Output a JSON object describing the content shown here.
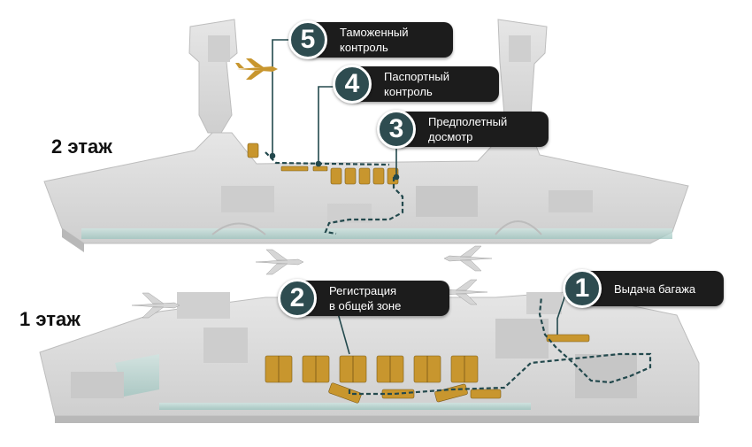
{
  "floors": {
    "upper": "2 этаж",
    "lower": "1 этаж"
  },
  "steps": [
    {
      "number": "1",
      "line1": "Выдача багажа",
      "line2": ""
    },
    {
      "number": "2",
      "line1": "Регистрация",
      "line2": "в общей зоне"
    },
    {
      "number": "3",
      "line1": "Предполетный",
      "line2": "досмотр"
    },
    {
      "number": "4",
      "line1": "Паспортный",
      "line2": "контроль"
    },
    {
      "number": "5",
      "line1": "Таможенный",
      "line2": "контроль"
    }
  ],
  "colors": {
    "route": "#23494d",
    "badge": "#2e4c50",
    "pill": "#1c1c1c",
    "counters": "#c8962e",
    "building": "#d9d9d9",
    "glass": "#a8cfc9"
  },
  "icons": [
    "airplane-icon"
  ]
}
